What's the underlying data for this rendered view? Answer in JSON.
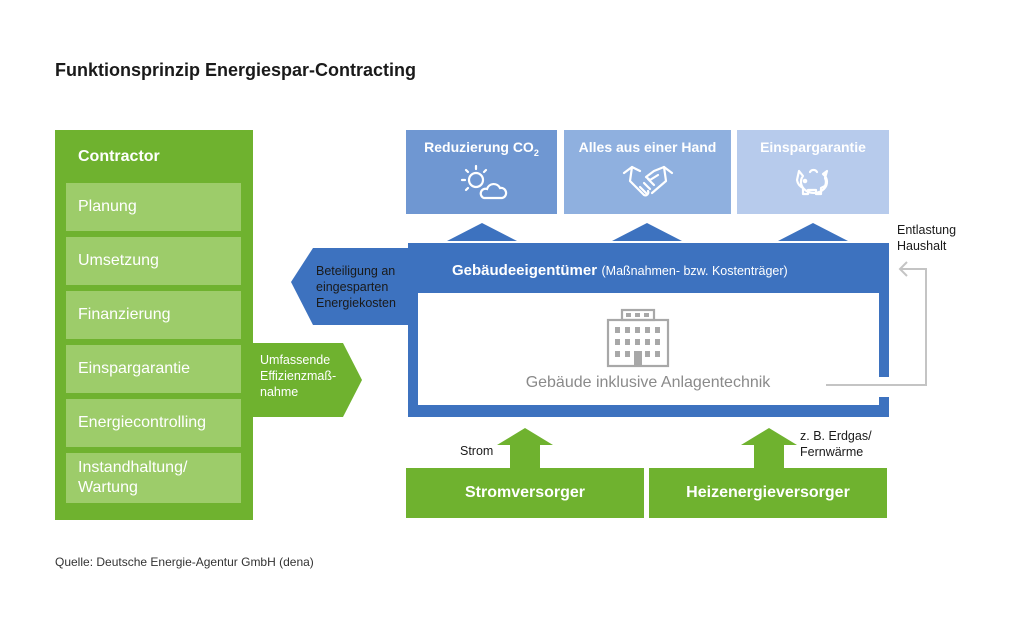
{
  "title": "Funktionsprinzip Energiespar-Contracting",
  "source": "Quelle: Deutsche Energie-Agentur GmbH (dena)",
  "contractor": {
    "title": "Contractor",
    "items": [
      "Planung",
      "Umsetzung",
      "Finanzierung",
      "Einspargarantie",
      "Energiecontrolling",
      "Instandhaltung/ Wartung"
    ]
  },
  "measure_arrow": {
    "line1": "Umfassende",
    "line2": "Effizienzmaß-",
    "line3": "nahme"
  },
  "return_arrow": {
    "line1": "Beteiligung an",
    "line2": "eingesparten",
    "line3": "Energiekosten"
  },
  "benefits": [
    {
      "label": "Reduzierung CO",
      "sub": "2",
      "icon": "sun-cloud-icon",
      "color": "#6f97d2"
    },
    {
      "label": "Alles aus einer Hand",
      "icon": "handshake-icon",
      "color": "#8fb0df"
    },
    {
      "label": "Einspargarantie",
      "icon": "piggy-bank-icon",
      "color": "#b7cbec"
    }
  ],
  "owner": {
    "title": "Gebäudeeigentümer",
    "subtitle": "(Maßnahmen- bzw. Kostenträger)"
  },
  "building": {
    "label": "Gebäude inklusive Anlagentechnik",
    "icon": "building-icon"
  },
  "household": {
    "line1": "Entlastung",
    "line2": "Haushalt"
  },
  "strom_label": "Strom",
  "gas_label": {
    "line1": "z. B. Erdgas/",
    "line2": "Fernwärme"
  },
  "suppliers": {
    "power": "Stromversorger",
    "heat": "Heizenergieversorger"
  },
  "colors": {
    "green": "#6fb22f",
    "green_light": "#9dcc6a",
    "blue": "#3d72bf",
    "blue_1": "#6f97d2",
    "blue_2": "#8fb0df",
    "blue_3": "#b7cbec",
    "grey": "#8a8a8a"
  }
}
